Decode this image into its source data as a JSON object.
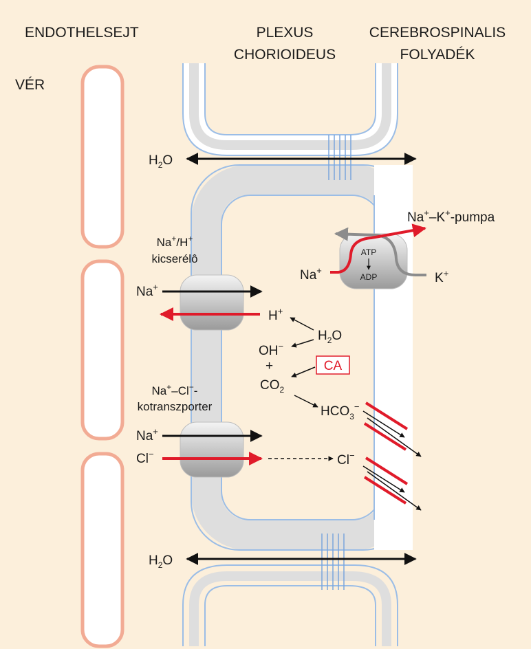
{
  "headers": {
    "endothelial": "ENDOTHELSEJT",
    "plexus_line1": "PLEXUS",
    "plexus_line2": "CHORIOIDEUS",
    "csf_line1": "CEREBROSPINALIS",
    "csf_line2": "FOLYADÉK",
    "blood": "VÉR"
  },
  "transporters": {
    "nah_title_line1": "Na",
    "nah_title_sup1": "+",
    "nah_title_mid": "/H",
    "nah_title_sup2": "+",
    "nah_title_line2": "kicserélô",
    "nacl_title_line1_a": "Na",
    "nacl_title_line1_sup1": "+",
    "nacl_title_line1_b": "–Cl",
    "nacl_title_line1_sup2": "−",
    "nacl_title_line1_c": "-",
    "nacl_title_line2": "kotranszporter",
    "pump_a": "Na",
    "pump_sup1": "+",
    "pump_b": "–K",
    "pump_sup2": "+",
    "pump_c": "-pumpa",
    "atp": "ATP",
    "adp": "ADP"
  },
  "species": {
    "na": "Na",
    "plus": "+",
    "minus": "−",
    "k": "K",
    "h": "H",
    "cl": "Cl",
    "oh": "OH",
    "h2o_h": "H",
    "h2o_2": "2",
    "h2o_o": "O",
    "co": "CO",
    "co_2": "2",
    "hco": "HCO",
    "hco_3": "3",
    "ca_enzyme": "CA"
  },
  "colors": {
    "background": "#fcefdb",
    "endothelial": "#f2ab94",
    "membrane": "#9bbde6",
    "membrane_fill": "#dedede",
    "red": "#e01b2a",
    "black": "#111111",
    "grey": "#8c8c8c"
  }
}
